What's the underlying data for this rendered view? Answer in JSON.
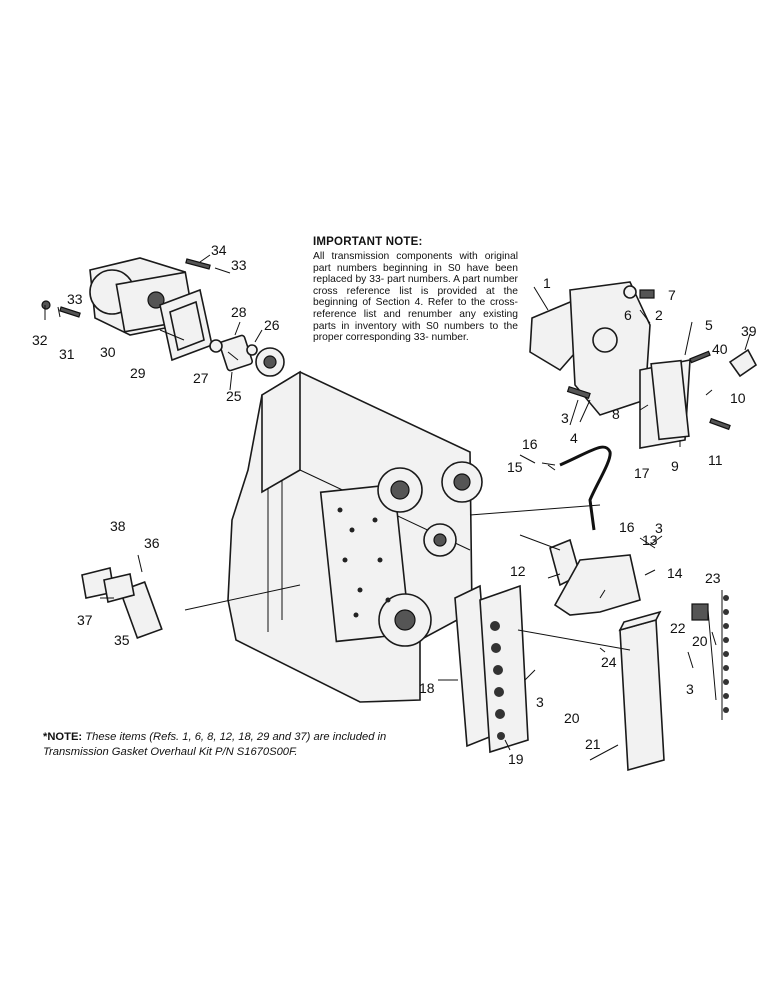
{
  "important_note": {
    "title": "IMPORTANT NOTE:",
    "body": "All transmission components with original part numbers beginning in S0 have been replaced by 33- part numbers. A part number cross reference list is provided at the beginning of Section 4. Refer to the cross-reference list and renumber any existing parts in inventory with S0 numbers to the proper corresponding 33- number."
  },
  "footnote": {
    "label": "*NOTE:",
    "text": "These items (Refs. 1, 6, 8, 12, 18, 29 and 37) are included in Transmission Gasket Overhaul Kit P/N S1670S00F."
  },
  "callouts": {
    "c1": "1",
    "c2": "2",
    "c3a": "3",
    "c3b": "3",
    "c3c": "3",
    "c3d": "3",
    "c4": "4",
    "c5": "5",
    "c6": "6",
    "c7": "7",
    "c8": "8",
    "c9": "9",
    "c10": "10",
    "c11": "11",
    "c12": "12",
    "c13": "13",
    "c14": "14",
    "c15": "15",
    "c16a": "16",
    "c16b": "16",
    "c17": "17",
    "c18": "18",
    "c19": "19",
    "c20a": "20",
    "c20b": "20",
    "c21": "21",
    "c22": "22",
    "c23": "23",
    "c24": "24",
    "c25": "25",
    "c26": "26",
    "c27": "27",
    "c28": "28",
    "c29": "29",
    "c30": "30",
    "c31": "31",
    "c32": "32",
    "c33a": "33",
    "c33b": "33",
    "c34": "34",
    "c35": "35",
    "c36": "36",
    "c37": "37",
    "c38": "38",
    "c39": "39",
    "c40": "40"
  }
}
